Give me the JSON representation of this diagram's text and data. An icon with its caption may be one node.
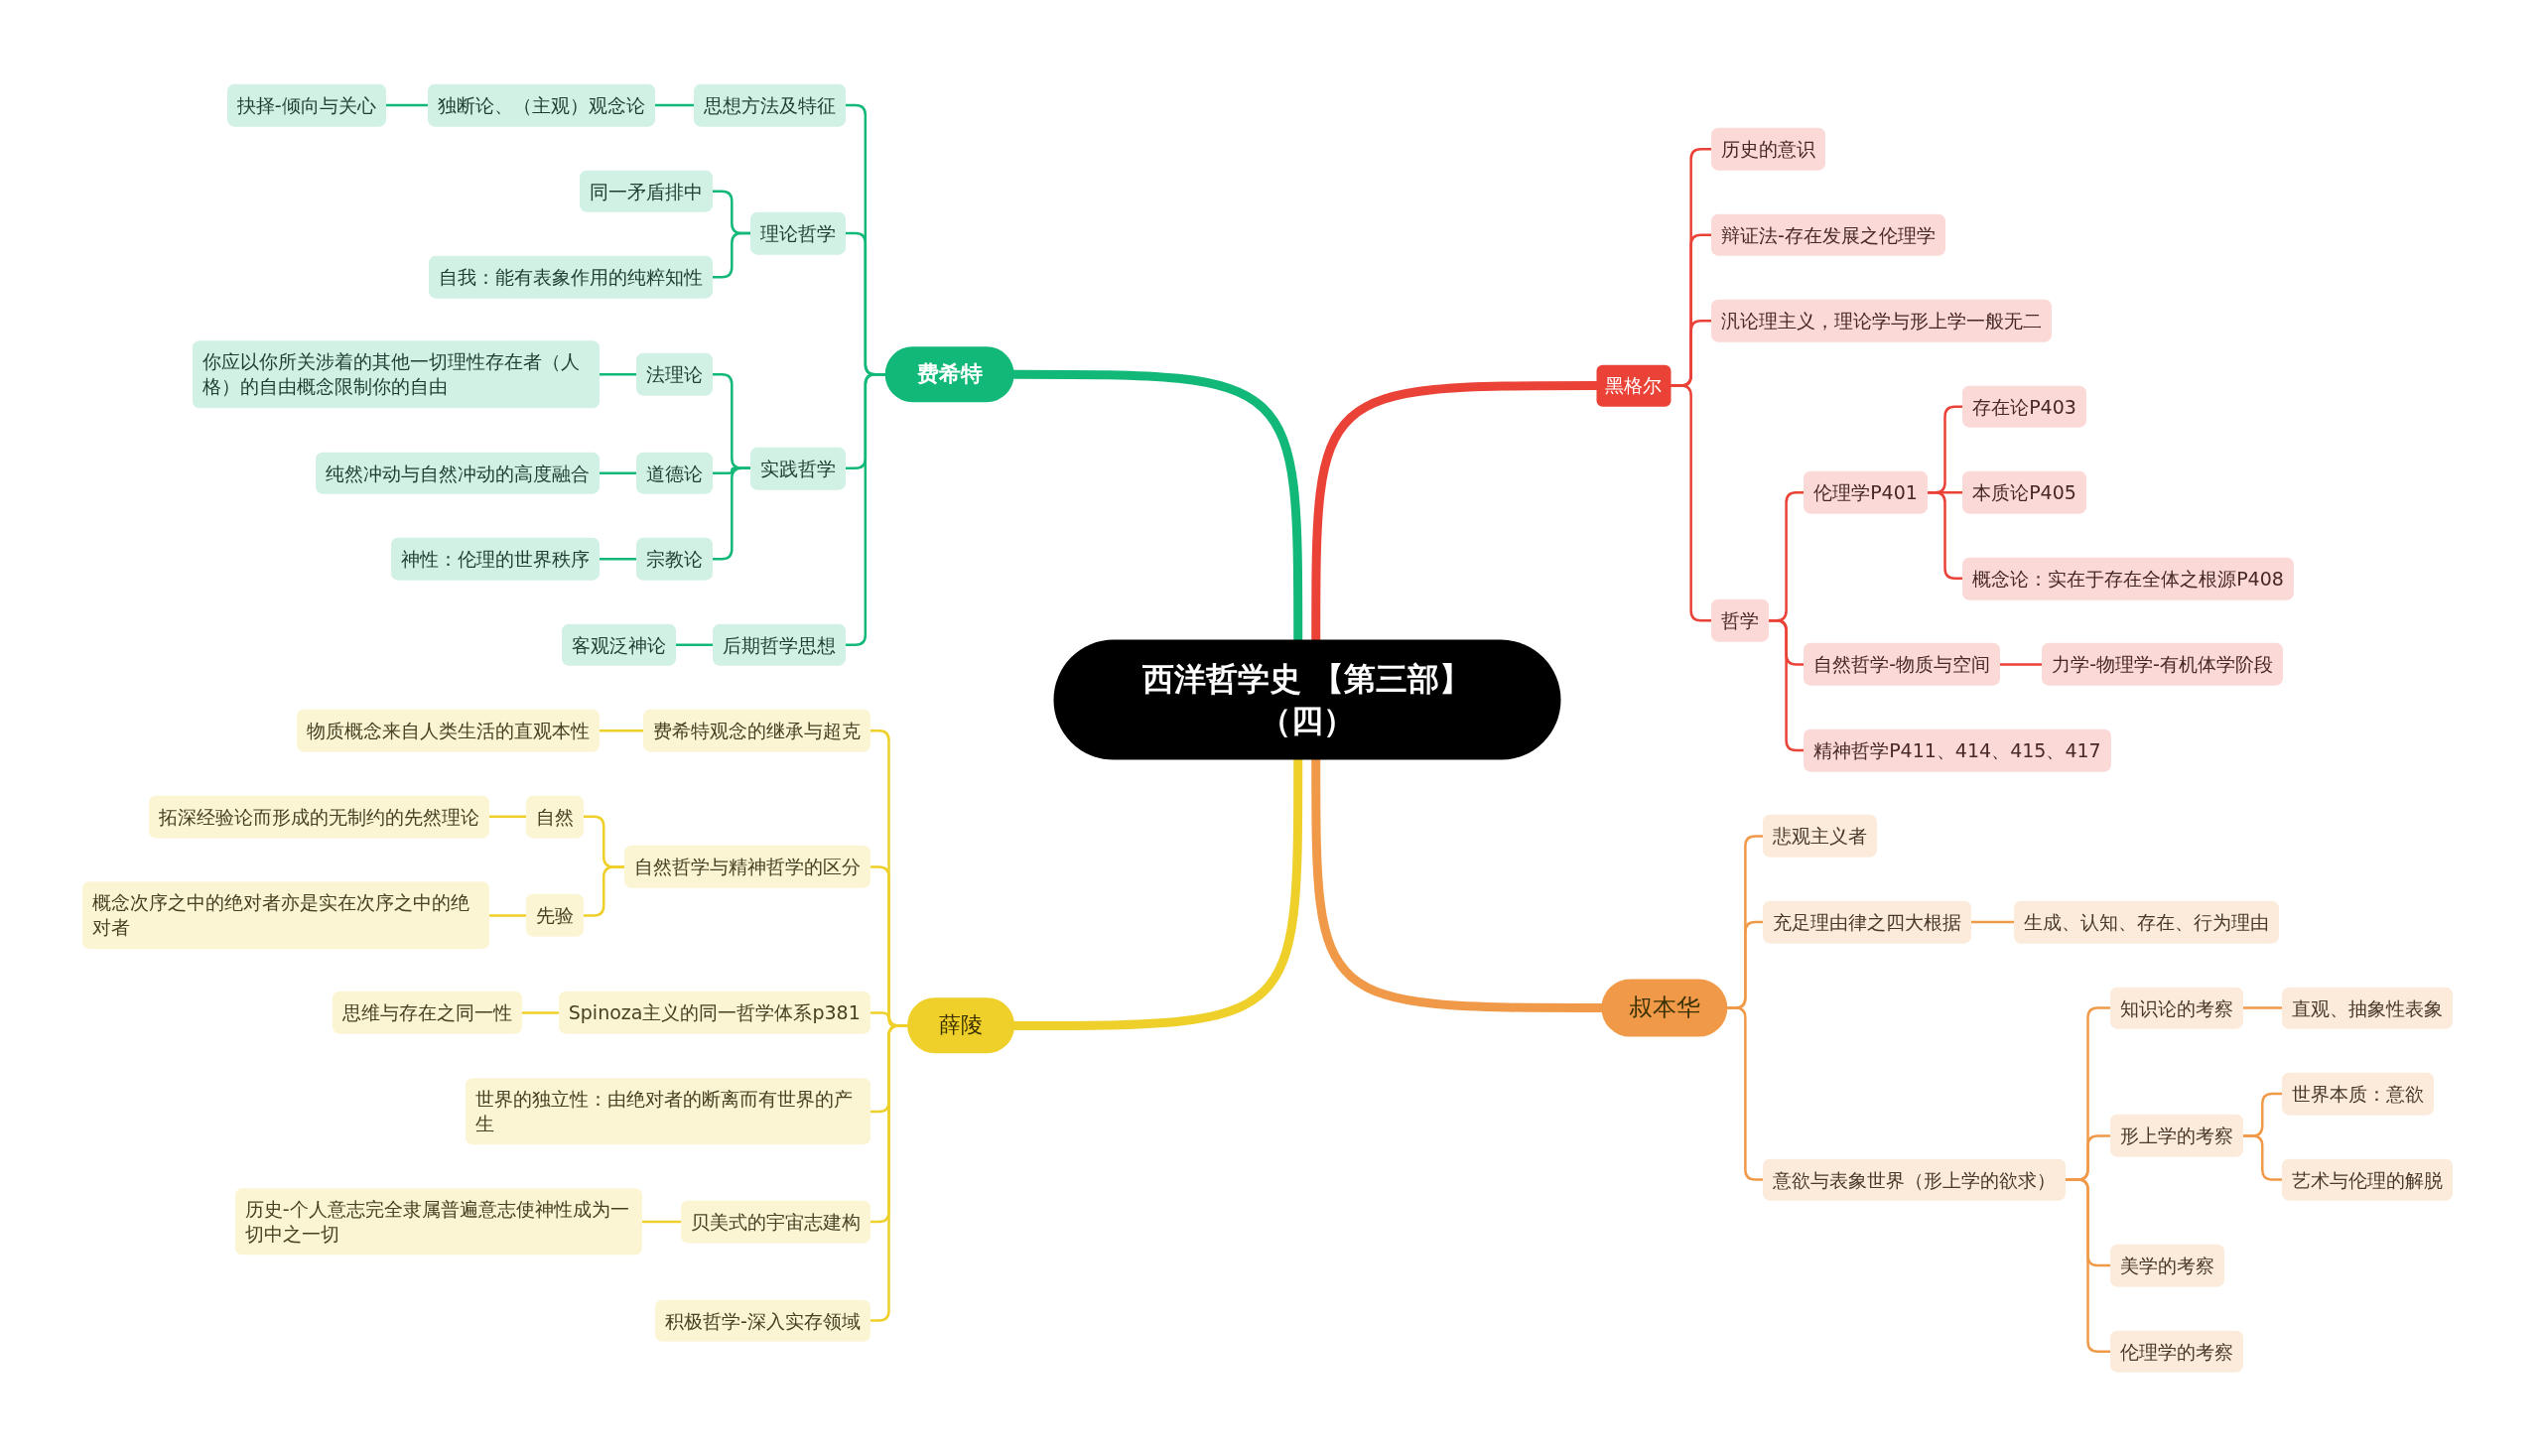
{
  "diagram": {
    "nodes": [
      {
        "text": [
          "西洋哲学史 【第三部】（四）"
        ]
      },
      {
        "text": [
          "费希特"
        ]
      },
      {
        "text": [
          "思想方法及特征"
        ]
      },
      {
        "text": [
          "独断论、（主观）观念论"
        ]
      },
      {
        "text": [
          "抉择-倾向与关心"
        ]
      },
      {
        "text": [
          "理论哲学"
        ]
      },
      {
        "text": [
          "同一矛盾排中"
        ]
      },
      {
        "text": [
          "自我：能有表象作用的纯粹知性"
        ]
      },
      {
        "text": [
          "实践哲学"
        ]
      },
      {
        "text": [
          "法理论"
        ]
      },
      {
        "text": [
          "你应以你所关涉着的其他一切理性存在者（人格）的自由概念限制你的自由"
        ]
      },
      {
        "text": [
          "道德论"
        ]
      },
      {
        "text": [
          "纯然冲动与自然冲动的高度融合"
        ]
      },
      {
        "text": [
          "宗教论"
        ]
      },
      {
        "text": [
          "神性：伦理的世界秩序"
        ]
      },
      {
        "text": [
          "后期哲学思想"
        ]
      },
      {
        "text": [
          "客观泛神论"
        ]
      },
      {
        "text": [
          "薛陵"
        ]
      },
      {
        "text": [
          "费希特观念的继承与超克"
        ]
      },
      {
        "text": [
          "物质概念来自人类生活的直观本性"
        ]
      },
      {
        "text": [
          "自然哲学与精神哲学的区分"
        ]
      },
      {
        "text": [
          "自然"
        ]
      },
      {
        "text": [
          "拓深经验论而形成的无制约的先然理论"
        ]
      },
      {
        "text": [
          "先验"
        ]
      },
      {
        "text": [
          "概念次序之中的绝对者亦是实在次序之中的绝对者"
        ]
      },
      {
        "text": [
          "Spinoza主义的同一哲学体系p381"
        ]
      },
      {
        "text": [
          "思维与存在之同一性"
        ]
      },
      {
        "text": [
          "世界的独立性：由绝对者的断离而有世界的产生"
        ]
      },
      {
        "text": [
          "贝美式的宇宙志建构"
        ]
      },
      {
        "text": [
          "历史-个人意志完全隶属普遍意志使神性成为一切中之一切"
        ]
      },
      {
        "text": [
          "积极哲学-深入实存领域"
        ]
      },
      {
        "text": [
          "黑格尔"
        ]
      },
      {
        "text": [
          "历史的意识"
        ]
      },
      {
        "text": [
          "辩证法-存在发展之伦理学"
        ]
      },
      {
        "text": [
          "汎论理主义，理论学与形上学一般无二"
        ]
      },
      {
        "text": [
          "哲学"
        ]
      },
      {
        "text": [
          "伦理学P401"
        ]
      },
      {
        "text": [
          "存在论P403"
        ]
      },
      {
        "text": [
          "本质论P405"
        ]
      },
      {
        "text": [
          "概念论：实在于存在全体之根源P408"
        ]
      },
      {
        "text": [
          "自然哲学-物质与空间"
        ]
      },
      {
        "text": [
          "力学-物理学-有机体学阶段"
        ]
      },
      {
        "text": [
          "精神哲学P411、414、415、417"
        ]
      },
      {
        "text": [
          "叔本华"
        ]
      },
      {
        "text": [
          "悲观主义者"
        ]
      },
      {
        "text": [
          "充足理由律之四大根据"
        ]
      },
      {
        "text": [
          "生成、认知、存在、行为理由"
        ]
      },
      {
        "text": [
          "意欲与表象世界（形上学的欲求）"
        ]
      },
      {
        "text": [
          "知识论的考察"
        ]
      },
      {
        "text": [
          "直观、抽象性表象"
        ]
      },
      {
        "text": [
          "形上学的考察"
        ]
      },
      {
        "text": [
          "世界本质：意欲"
        ]
      },
      {
        "text": [
          "艺术与伦理的解脱"
        ]
      },
      {
        "text": [
          "美学的考察"
        ]
      },
      {
        "text": [
          "伦理学的考察"
        ]
      }
    ],
    "edges": [
      {
        "from": 0,
        "to": 1,
        "arrow": "none",
        "style": "thick",
        "color": "#12b878"
      },
      {
        "from": 0,
        "to": 17,
        "arrow": "none",
        "style": "thick",
        "color": "#efcf2a"
      },
      {
        "from": 0,
        "to": 31,
        "arrow": "none",
        "style": "thick",
        "color": "#ea4237"
      },
      {
        "from": 0,
        "to": 43,
        "arrow": "none",
        "style": "thick",
        "color": "#f09a49"
      },
      {
        "from": 1,
        "to": 2,
        "arrow": "none",
        "color": "#12b878"
      },
      {
        "from": 2,
        "to": 3,
        "arrow": "none",
        "color": "#12b878"
      },
      {
        "from": 3,
        "to": 4,
        "arrow": "none",
        "color": "#12b878"
      },
      {
        "from": 1,
        "to": 5,
        "arrow": "none",
        "color": "#12b878"
      },
      {
        "from": 5,
        "to": 6,
        "arrow": "none",
        "color": "#12b878"
      },
      {
        "from": 5,
        "to": 7,
        "arrow": "none",
        "color": "#12b878"
      },
      {
        "from": 1,
        "to": 8,
        "arrow": "none",
        "color": "#12b878"
      },
      {
        "from": 8,
        "to": 9,
        "arrow": "none",
        "color": "#12b878"
      },
      {
        "from": 9,
        "to": 10,
        "arrow": "none",
        "color": "#12b878"
      },
      {
        "from": 8,
        "to": 11,
        "arrow": "none",
        "color": "#12b878"
      },
      {
        "from": 11,
        "to": 12,
        "arrow": "none",
        "color": "#12b878"
      },
      {
        "from": 8,
        "to": 13,
        "arrow": "none",
        "color": "#12b878"
      },
      {
        "from": 13,
        "to": 14,
        "arrow": "none",
        "color": "#12b878"
      },
      {
        "from": 1,
        "to": 15,
        "arrow": "none",
        "color": "#12b878"
      },
      {
        "from": 15,
        "to": 16,
        "arrow": "none",
        "color": "#12b878"
      },
      {
        "from": 17,
        "to": 18,
        "arrow": "none",
        "color": "#efcf2a"
      },
      {
        "from": 18,
        "to": 19,
        "arrow": "none",
        "color": "#efcf2a"
      },
      {
        "from": 17,
        "to": 20,
        "arrow": "none",
        "color": "#efcf2a"
      },
      {
        "from": 20,
        "to": 21,
        "arrow": "none",
        "color": "#efcf2a"
      },
      {
        "from": 21,
        "to": 22,
        "arrow": "none",
        "color": "#efcf2a"
      },
      {
        "from": 20,
        "to": 23,
        "arrow": "none",
        "color": "#efcf2a"
      },
      {
        "from": 23,
        "to": 24,
        "arrow": "none",
        "color": "#efcf2a"
      },
      {
        "from": 17,
        "to": 25,
        "arrow": "none",
        "color": "#efcf2a"
      },
      {
        "from": 25,
        "to": 26,
        "arrow": "none",
        "color": "#efcf2a"
      },
      {
        "from": 17,
        "to": 27,
        "arrow": "none",
        "color": "#efcf2a"
      },
      {
        "from": 17,
        "to": 28,
        "arrow": "none",
        "color": "#efcf2a"
      },
      {
        "from": 28,
        "to": 29,
        "arrow": "none",
        "color": "#efcf2a"
      },
      {
        "from": 17,
        "to": 30,
        "arrow": "none",
        "color": "#efcf2a"
      },
      {
        "from": 31,
        "to": 32,
        "arrow": "none",
        "color": "#ea4237"
      },
      {
        "from": 31,
        "to": 33,
        "arrow": "none",
        "color": "#ea4237"
      },
      {
        "from": 31,
        "to": 34,
        "arrow": "none",
        "color": "#ea4237"
      },
      {
        "from": 31,
        "to": 35,
        "arrow": "none",
        "color": "#ea4237"
      },
      {
        "from": 35,
        "to": 36,
        "arrow": "none",
        "color": "#ea4237"
      },
      {
        "from": 36,
        "to": 37,
        "arrow": "none",
        "color": "#ea4237"
      },
      {
        "from": 36,
        "to": 38,
        "arrow": "none",
        "color": "#ea4237"
      },
      {
        "from": 36,
        "to": 39,
        "arrow": "none",
        "color": "#ea4237"
      },
      {
        "from": 35,
        "to": 40,
        "arrow": "none",
        "color": "#ea4237"
      },
      {
        "from": 40,
        "to": 41,
        "arrow": "none",
        "color": "#ea4237"
      },
      {
        "from": 35,
        "to": 42,
        "arrow": "none",
        "color": "#ea4237"
      },
      {
        "from": 43,
        "to": 44,
        "arrow": "none",
        "color": "#f09a49"
      },
      {
        "from": 43,
        "to": 45,
        "arrow": "none",
        "color": "#f09a49"
      },
      {
        "from": 45,
        "to": 46,
        "arrow": "none",
        "color": "#f09a49"
      },
      {
        "from": 43,
        "to": 47,
        "arrow": "none",
        "color": "#f09a49"
      },
      {
        "from": 47,
        "to": 48,
        "arrow": "none",
        "color": "#f09a49"
      },
      {
        "from": 48,
        "to": 49,
        "arrow": "none",
        "color": "#f09a49"
      },
      {
        "from": 47,
        "to": 50,
        "arrow": "none",
        "color": "#f09a49"
      },
      {
        "from": 50,
        "to": 51,
        "arrow": "none",
        "color": "#f09a49"
      },
      {
        "from": 50,
        "to": 52,
        "arrow": "none",
        "color": "#f09a49"
      },
      {
        "from": 47,
        "to": 53,
        "arrow": "none",
        "color": "#f09a49"
      },
      {
        "from": 47,
        "to": 54,
        "arrow": "none",
        "color": "#f09a49"
      }
    ]
  }
}
